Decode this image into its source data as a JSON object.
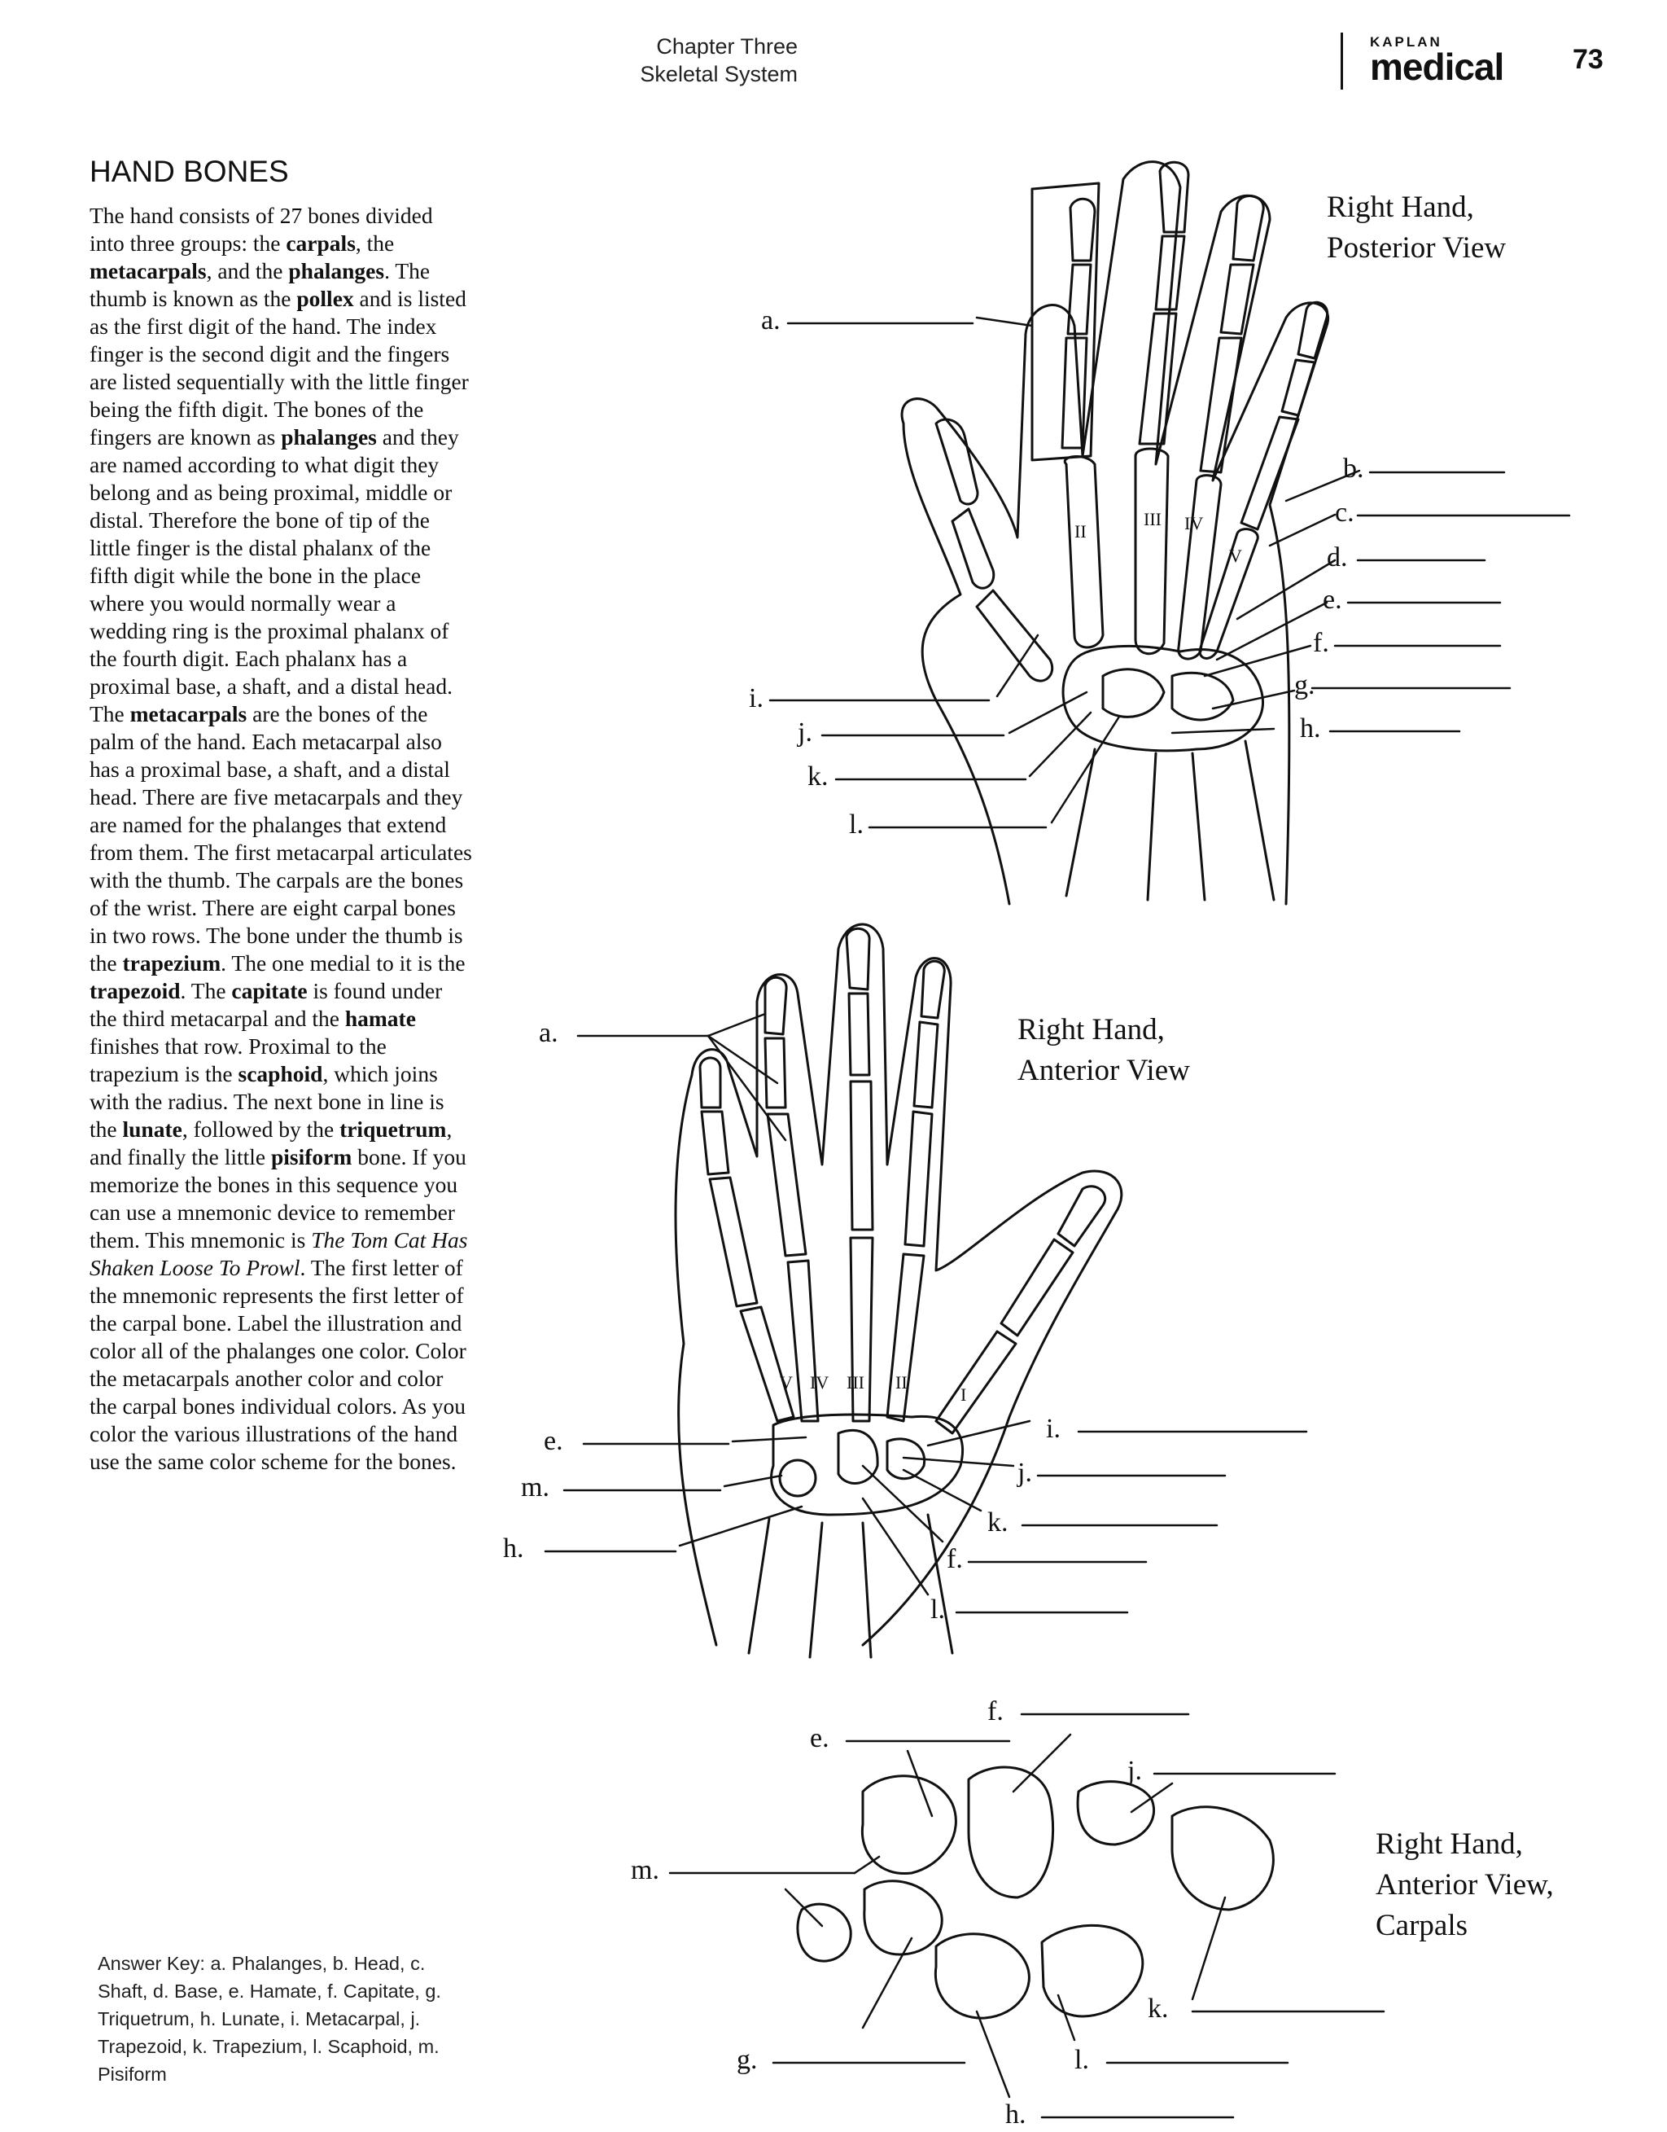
{
  "header": {
    "chapter": "Chapter Three",
    "section": "Skeletal System",
    "brand_small": "KAPLAN",
    "brand_large": "medical",
    "page_number": "73"
  },
  "section_title": "HAND BONES",
  "body": {
    "p1": "The hand consists of 27 bones divided into three groups: the ",
    "carpals": "carpals",
    "p2": ", the ",
    "metacarpals": "metacarpals",
    "p3": ", and the ",
    "phalanges": "phalanges",
    "p4": ". The thumb is known as the ",
    "pollex": "pollex",
    "p5": " and is listed as the first digit of the hand. The index finger is the second digit and the fingers are listed sequentially with the little finger being the fifth digit. The bones of the fingers are known as ",
    "phalanges2": "phalanges",
    "p6": " and they are named according to what digit they belong and as being proximal, middle or distal. Therefore the bone of tip of the little finger is the distal phalanx of the fifth digit while the bone in the place where you would normally wear a wedding ring is the proximal phalanx of the fourth digit. Each phalanx has a proximal base, a shaft, and a distal head. The ",
    "metacarpals2": "metacarpals",
    "p7": " are the bones of the palm of the hand. Each metacarpal also has a proximal base, a shaft, and a distal head. There are five metacarpals and they are named for the phalanges that extend from them. The first metacarpal articulates with the thumb. The carpals are the bones of the wrist. There are eight carpal bones in two rows. The bone under the thumb is the ",
    "trapezium": "trapezium",
    "p8": ". The one medial to it is the ",
    "trapezoid": "trapezoid",
    "p9": ". The ",
    "capitate": "capitate",
    "p10": " is found under the third metacarpal and the ",
    "hamate": "hamate",
    "p11": " finishes that row. Proximal to the trapezium is the ",
    "scaphoid": "scaphoid",
    "p12": ", which joins with the radius. The next bone in line is the ",
    "lunate": "lunate",
    "p13": ", followed by the ",
    "triquetrum": "triquetrum",
    "p14": ", and finally the little ",
    "pisiform": "pisiform",
    "p15": " bone. If you memorize the bones in this sequence you can use a mnemonic device to remember them. This mnemonic is ",
    "mnemonic": "The Tom Cat Has Shaken Loose To Prowl",
    "p16": ". The first letter of the mnemonic represents the first letter of the carpal bone. Label the illustration and color all of the phalanges one color. Color the metacarpals another color and color the carpal bones individual colors. As you color the various illustrations of the hand use the same color scheme for the bones."
  },
  "answer_key": {
    "label": "Answer Key:",
    "text": " a. Phalanges, b. Head, c. Shaft, d. Base, e. Hamate, f. Capitate, g. Triquetrum, h. Lunate, i. Metacarpal, j. Trapezoid, k. Trapezium, l. Scaphoid, m. Pisiform"
  },
  "figures": {
    "posterior": {
      "title_line1": "Right Hand,",
      "title_line2": "Posterior View",
      "labels": [
        "a.",
        "b.",
        "c.",
        "d.",
        "e.",
        "f.",
        "g.",
        "h.",
        "i.",
        "j.",
        "k.",
        "l."
      ],
      "metacarpal_numerals": [
        "II",
        "III",
        "IV",
        "V"
      ]
    },
    "anterior": {
      "title_line1": "Right Hand,",
      "title_line2": "Anterior View",
      "labels": [
        "a.",
        "e.",
        "m.",
        "h.",
        "i.",
        "j.",
        "k.",
        "f.",
        "l."
      ],
      "metacarpal_numerals": [
        "V",
        "IV",
        "III",
        "II",
        "I"
      ]
    },
    "carpals": {
      "title_line1": "Right Hand,",
      "title_line2": "Anterior View,",
      "title_line3": "Carpals",
      "labels": [
        "f.",
        "e.",
        "j.",
        "m.",
        "k.",
        "g.",
        "l.",
        "h."
      ]
    }
  }
}
